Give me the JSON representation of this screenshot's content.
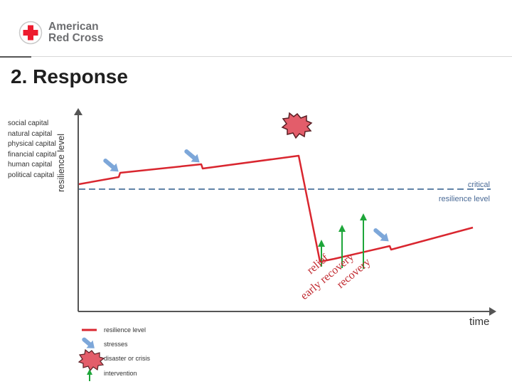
{
  "header": {
    "logo_line1": "American",
    "logo_line2": "Red Cross",
    "brand_color": "#ed1b2e"
  },
  "title": "2. Response",
  "capitals": [
    "social capital",
    "natural capital",
    "physical capital",
    "financial capital",
    "human capital",
    "political capital"
  ],
  "diagram": {
    "y_axis_label": "resilience level",
    "x_axis_label": "time",
    "critical_label_line1": "critical",
    "critical_label_line2": "resilience level",
    "phase_labels": [
      "relief",
      "early recovery",
      "recovery"
    ],
    "colors": {
      "resilience_line": "#d9262f",
      "critical_line": "#2e5a8c",
      "stress_arrow": "#7da7d9",
      "disaster": "#e35d6a",
      "intervention": "#1ea63a"
    }
  },
  "legend": {
    "items": [
      {
        "label": "resilience level",
        "icon": "red-line-icon"
      },
      {
        "label": "stresses",
        "icon": "blue-arrow-icon"
      },
      {
        "label": "disaster or crisis",
        "icon": "starburst-icon"
      },
      {
        "label": "intervention",
        "icon": "green-arrow-icon"
      }
    ]
  }
}
